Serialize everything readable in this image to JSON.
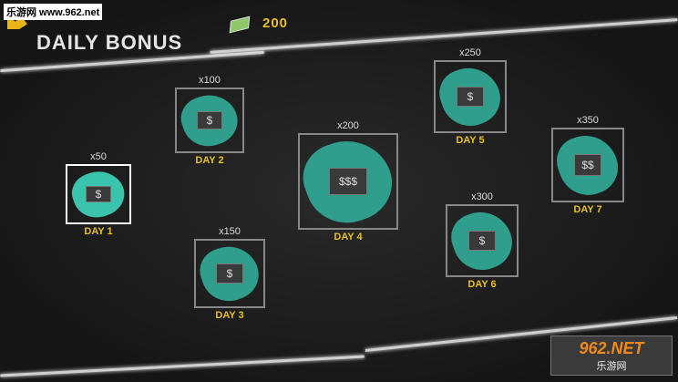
{
  "header": {
    "title": "DAILY BONUS",
    "cash": "200"
  },
  "days": [
    {
      "label": "DAY 1",
      "amount": "x50",
      "item": "cash-stack"
    },
    {
      "label": "DAY 2",
      "amount": "x100",
      "item": "cash-pile"
    },
    {
      "label": "DAY 3",
      "amount": "x150",
      "item": "money-bag"
    },
    {
      "label": "DAY 4",
      "amount": "x200",
      "item": "cash-case"
    },
    {
      "label": "DAY 5",
      "amount": "x250",
      "item": "cash-stack"
    },
    {
      "label": "DAY 6",
      "amount": "x300",
      "item": "cash-pile"
    },
    {
      "label": "DAY 7",
      "amount": "x350",
      "item": "cash-pile-large"
    }
  ],
  "watermark": {
    "top": "乐游网 www.962.net",
    "logo": "962.NET",
    "logo_sub": "乐游网"
  },
  "colors": {
    "accent": "#e8c020",
    "splat": "#2f9e8c"
  }
}
